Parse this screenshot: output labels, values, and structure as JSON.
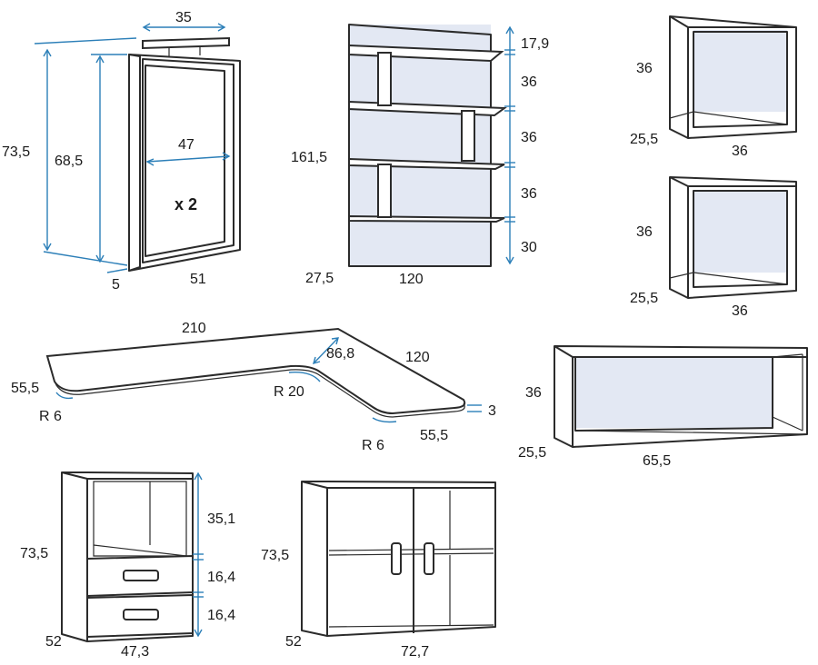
{
  "wall_cabinet": {
    "top_width": "35",
    "outer_height": "73,5",
    "inner_height": "68,5",
    "inner_width": "47",
    "quantity": "x 2",
    "depth": "5",
    "width": "51"
  },
  "tall_shelf": {
    "height": "161,5",
    "depth": "27,5",
    "width": "120",
    "spacings": [
      "17,9",
      "36",
      "36",
      "36",
      "30"
    ]
  },
  "cube_top": {
    "height": "36",
    "depth": "25,5",
    "width": "36"
  },
  "cube_bottom": {
    "height": "36",
    "depth": "25,5",
    "width": "36"
  },
  "corner_desk": {
    "long_length": "210",
    "short_length": "120",
    "inner_depth": "86,8",
    "left_depth": "55,5",
    "left_radius": "R 6",
    "inner_radius": "R 20",
    "right_depth": "55,5",
    "right_radius": "R 6",
    "thickness": "3"
  },
  "wide_shelf": {
    "height": "36",
    "depth": "25,5",
    "width": "65,5"
  },
  "drawer_unit": {
    "height": "73,5",
    "depth": "52",
    "width": "47,3",
    "sections": [
      "35,1",
      "16,4",
      "16,4"
    ]
  },
  "glass_cabinet": {
    "height": "73,5",
    "depth": "52",
    "width": "72,7"
  },
  "colors": {
    "line": "#2b2b2b",
    "dimension": "#2c7fb8",
    "panel": "#e3e8f3"
  }
}
